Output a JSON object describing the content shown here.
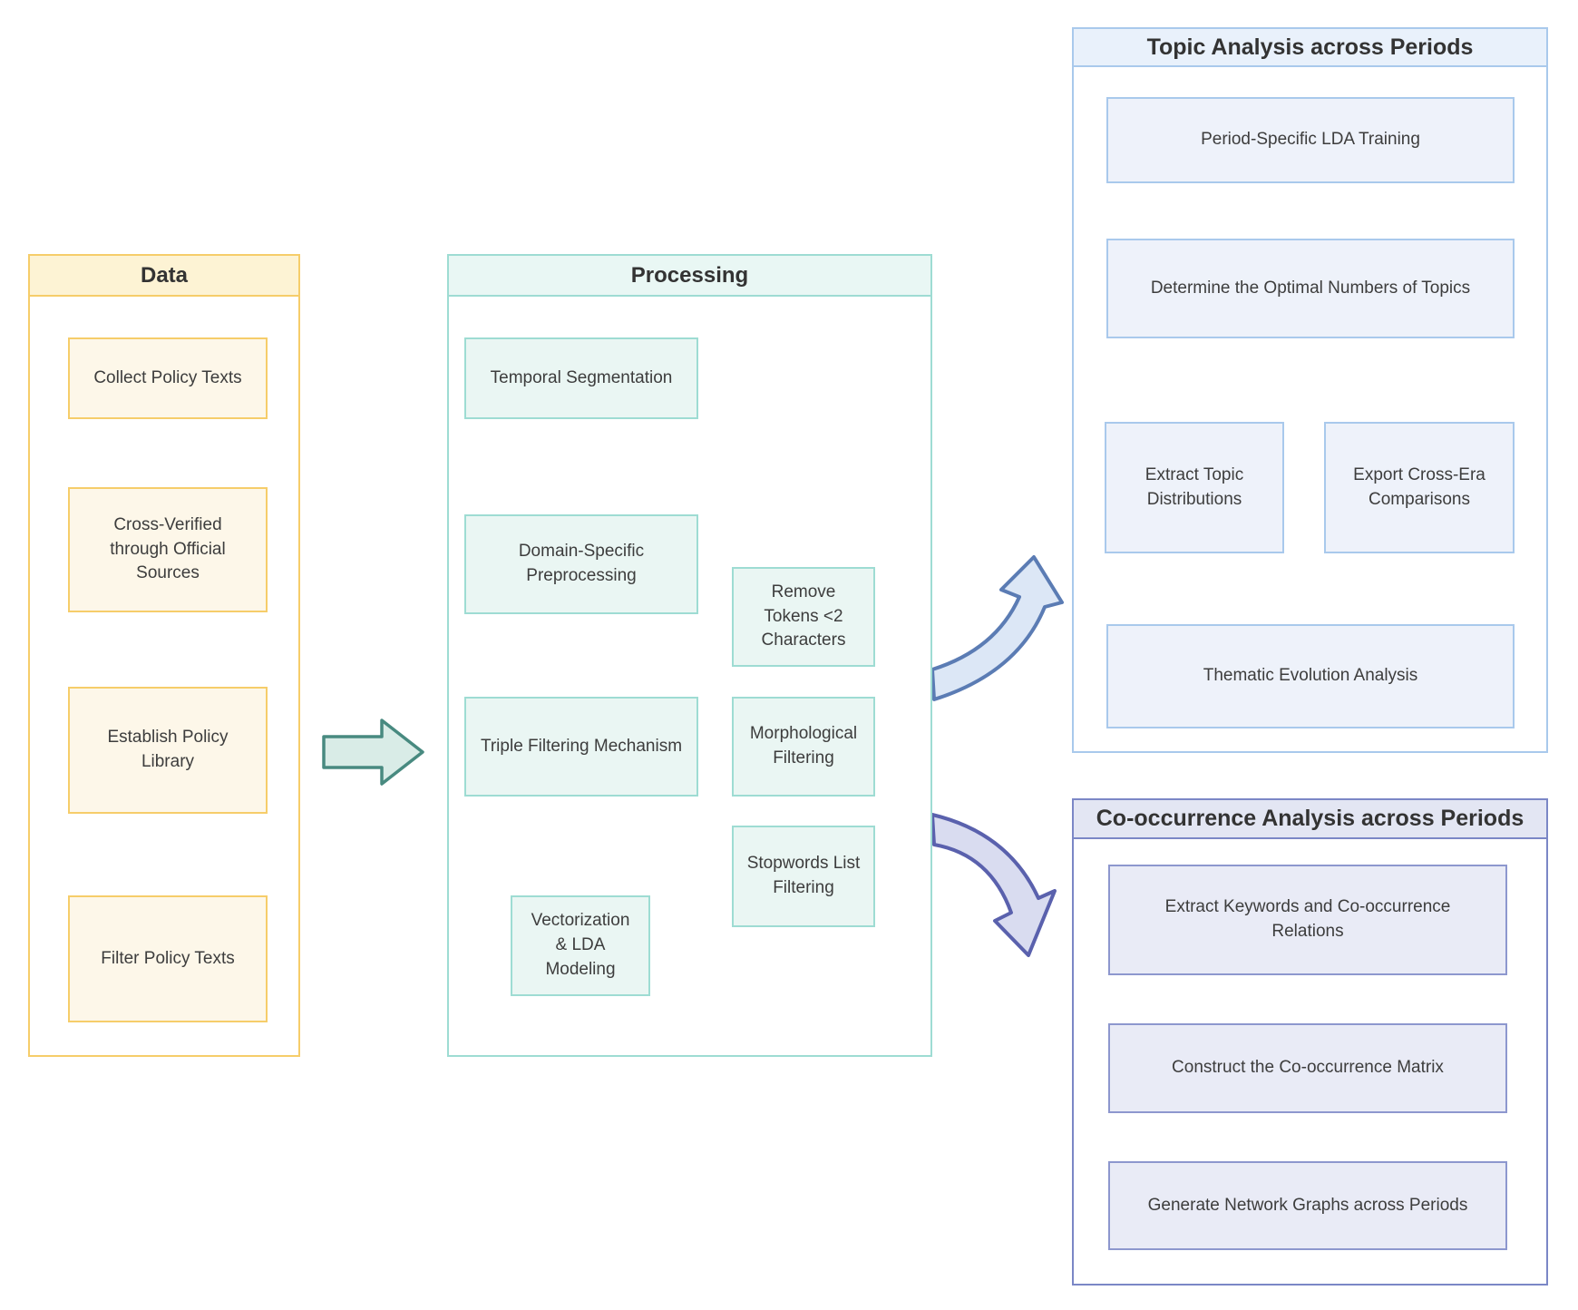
{
  "diagram": {
    "data_panel": {
      "title": "Data",
      "boxes": [
        {
          "label": "Collect Policy Texts"
        },
        {
          "label": "Cross-Verified\nthrough Official\nSources"
        },
        {
          "label": "Establish Policy\nLibrary"
        },
        {
          "label": "Filter Policy Texts"
        }
      ]
    },
    "processing_panel": {
      "title": "Processing",
      "boxes": [
        {
          "label": "Temporal Segmentation"
        },
        {
          "label": "Domain-Specific\nPreprocessing"
        },
        {
          "label": "Triple Filtering Mechanism"
        },
        {
          "label": "Vectorization\n& LDA\nModeling"
        }
      ],
      "filter_boxes": [
        {
          "label": "Remove\nTokens <2\nCharacters"
        },
        {
          "label": "Morphological\nFiltering"
        },
        {
          "label": "Stopwords List\nFiltering"
        }
      ]
    },
    "topic_panel": {
      "title": "Topic Analysis across Periods",
      "boxes": [
        {
          "label": "Period-Specific LDA Training"
        },
        {
          "label": "Determine the Optimal Numbers of Topics"
        },
        {
          "label": "Extract Topic\nDistributions"
        },
        {
          "label": "Export Cross-Era\nComparisons"
        },
        {
          "label": "Thematic Evolution Analysis"
        }
      ]
    },
    "cooccurrence_panel": {
      "title": "Co-occurrence Analysis across Periods",
      "boxes": [
        {
          "label": "Extract Keywords and Co-occurrence\nRelations"
        },
        {
          "label": "Construct the Co-occurrence Matrix"
        },
        {
          "label": "Generate Network Graphs across Periods"
        }
      ]
    },
    "icons": {
      "data_to_processing": "block-arrow-right",
      "processing_to_topic": "curved-arrow-up-right",
      "processing_to_cooccurrence": "curved-arrow-down-right"
    },
    "colors": {
      "data_accent": "#f6cd6a",
      "data_fill": "#fdf7e9",
      "data_header": "#fdf3d4",
      "processing_accent": "#9edcd3",
      "processing_fill": "#eaf6f3",
      "topic_accent": "#a9c9ec",
      "topic_fill": "#eef2fa",
      "cooccurrence_accent": "#7b87c6",
      "cooccurrence_fill": "#e9ebf6",
      "connector": "#4a4a4a",
      "green_arrow_fill": "#d9ece7",
      "green_arrow_stroke": "#488a80",
      "blue_arrow_fill": "#dce7f6",
      "blue_arrow_stroke": "#5b7cb4",
      "purple_arrow_fill": "#d9dcf0",
      "purple_arrow_stroke": "#5a61ad",
      "text": "#3d3d3d"
    }
  }
}
